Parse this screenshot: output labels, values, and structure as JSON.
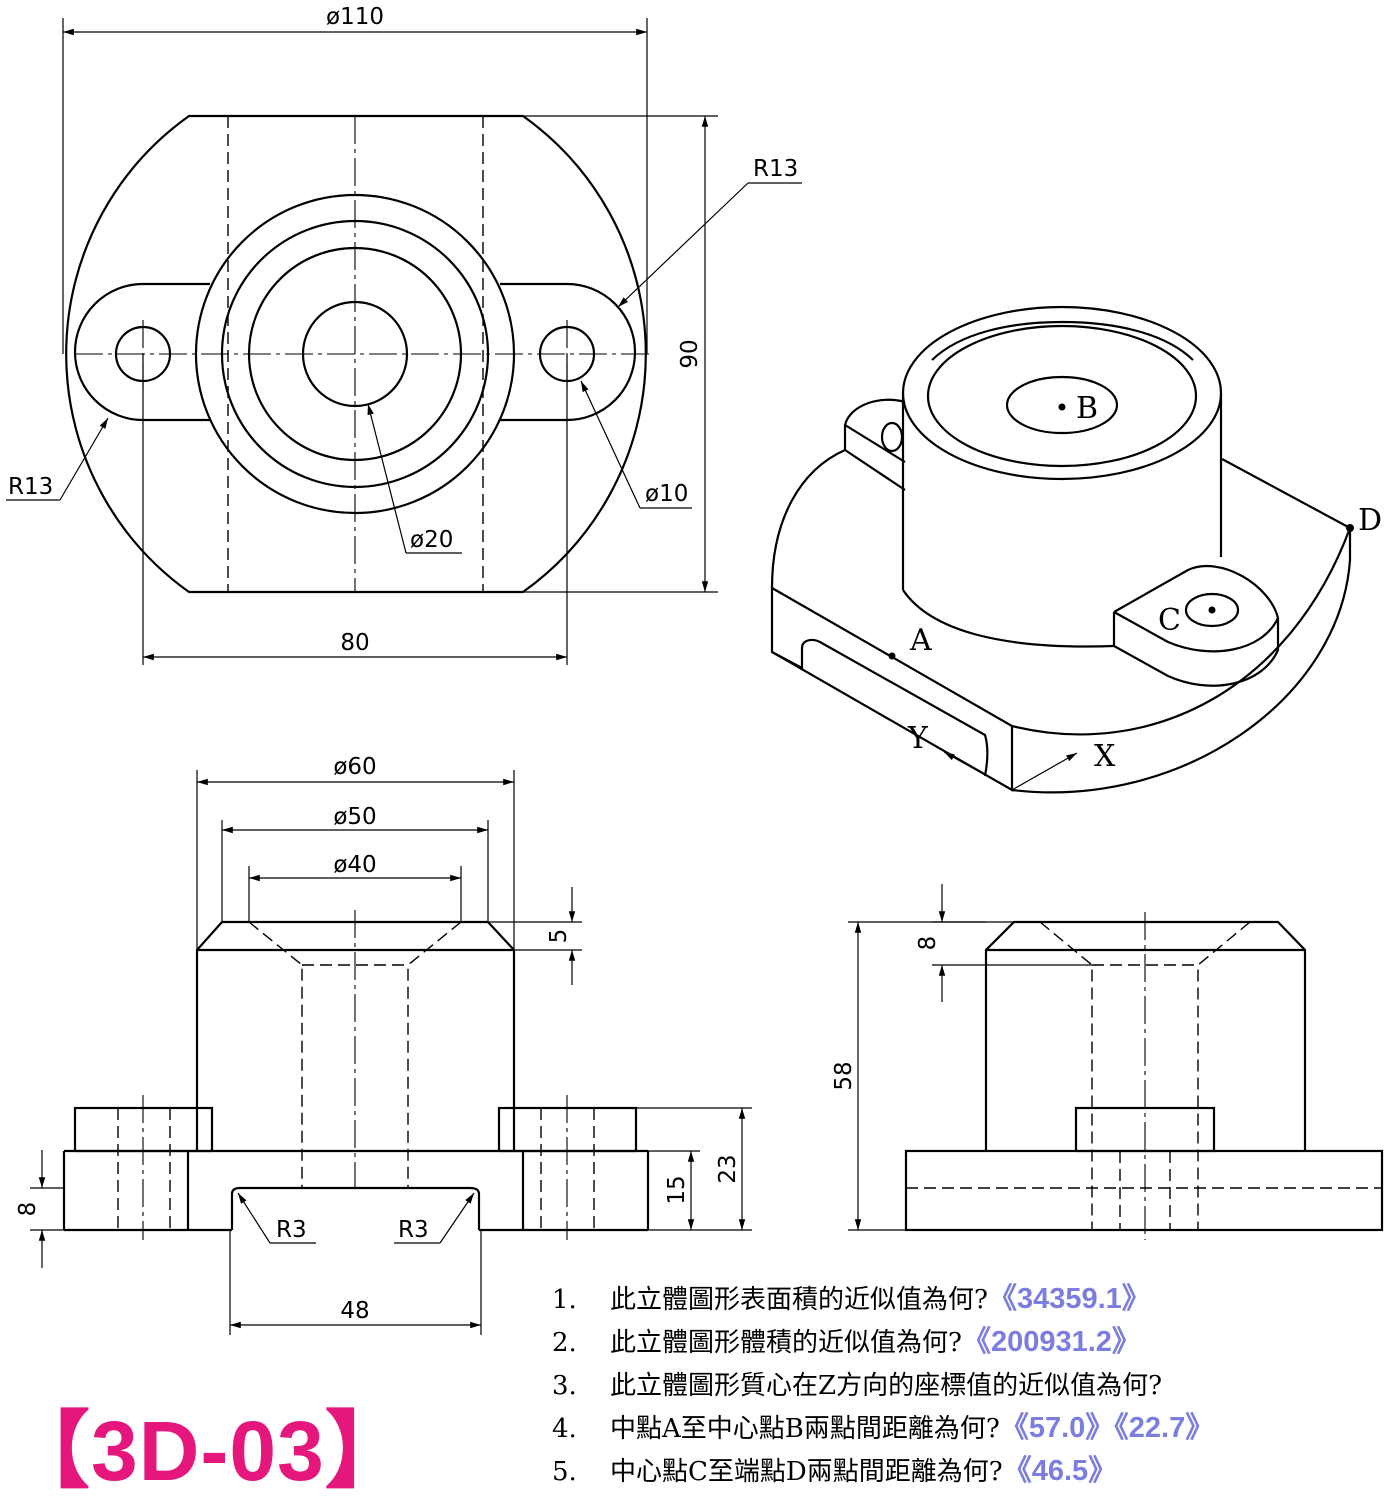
{
  "title": "【3D-03】",
  "top_view": {
    "dims": {
      "overall_diameter": "ø110",
      "fillet_upper_right": "R13",
      "fillet_lower_left": "R13",
      "height": "90",
      "hole_center_spacing": "80",
      "bore": "ø20",
      "bolt_hole": "ø10"
    }
  },
  "front_view": {
    "dims": {
      "outer": "ø60",
      "counterbore": "ø50",
      "bore_top": "ø40",
      "chamfer": "5",
      "base_thickness": "8",
      "lug_height": "15",
      "lug_top": "23",
      "slot_width": "48",
      "fillet_left": "R3",
      "fillet_right": "R3"
    }
  },
  "side_view": {
    "dims": {
      "depth": "8",
      "total_height": "58"
    }
  },
  "iso_view": {
    "points": {
      "a": "A",
      "b": "B",
      "c": "C",
      "d": "D"
    },
    "axes": {
      "x": "X",
      "y": "Y"
    }
  },
  "questions": [
    {
      "num": "1.",
      "text": "此立體圖形表面積的近似值為何?",
      "answer": "《34359.1》"
    },
    {
      "num": "2.",
      "text": "此立體圖形體積的近似值為何?",
      "answer": "《200931.2》"
    },
    {
      "num": "3.",
      "text": "此立體圖形質心在Z方向的座標值的近似值為何?",
      "answer": ""
    },
    {
      "num": "4.",
      "text": "中點A至中心點B兩點間距離為何?",
      "answer": "《57.0》《22.7》"
    },
    {
      "num": "5.",
      "text": "中心點C至端點D兩點間距離為何?",
      "answer": "《46.5》"
    }
  ]
}
